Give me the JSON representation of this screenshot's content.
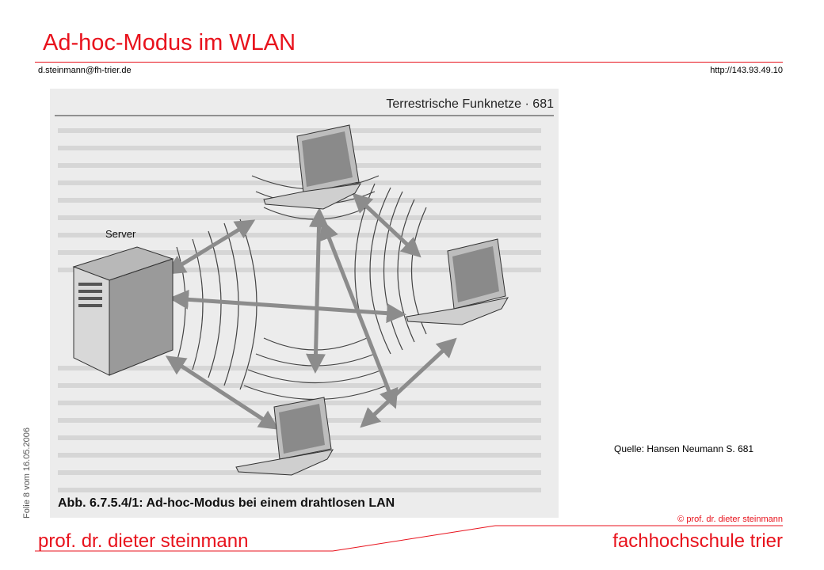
{
  "slide": {
    "title": "Ad-hoc-Modus im WLAN",
    "email": "d.steinmann@fh-trier.de",
    "url": "http://143.93.49.10",
    "folie": "Folie 8 vom 16.05.2006",
    "source": "Quelle: Hansen Neumann S. 681",
    "copyright": "© prof. dr. dieter steinmann",
    "author": "prof. dr. dieter steinmann",
    "institution": "fachhochschule trier"
  },
  "figure": {
    "page_header": "Terrestrische Funknetze · 681",
    "server_label": "Server",
    "caption": "Abb. 6.7.5.4/1: Ad-hoc-Modus bei einem drahtlosen LAN"
  },
  "colors": {
    "accent": "#e8121c",
    "scan_bg": "#ececec",
    "arrow": "#909090"
  }
}
